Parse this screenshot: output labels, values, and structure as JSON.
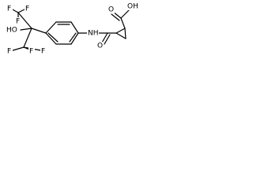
{
  "molecule": {
    "atoms": {
      "f_top_left": "F",
      "f_top_right": "F",
      "f_mid": "F",
      "f_bottom_left": "F",
      "f_bottom_mid": "F",
      "f_bottom_right": "F",
      "hydroxyl": "HO",
      "amide_nitrogen": "NH",
      "amide_oxygen": "O",
      "acid_oxygen_double": "O",
      "acid_hydroxyl": "OH"
    }
  }
}
